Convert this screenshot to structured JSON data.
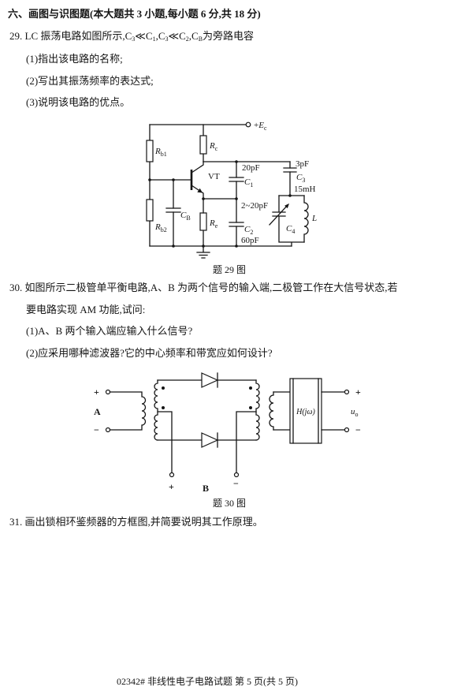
{
  "section": {
    "heading": "六、画图与识图题(本大题共 3 小题,每小题 6 分,共 18 分)"
  },
  "q29": {
    "stem": {
      "p1": "29. LC 振荡电路如图所示,C",
      "s1": "3",
      "p2": "≪C",
      "s2": "1",
      "p3": ",C",
      "s3": "3",
      "p4": "≪C",
      "s4": "2",
      "p5": ",C",
      "s5": "B",
      "p6": "为旁路电容"
    },
    "items": [
      "(1)指出该电路的名称;",
      "(2)写出其振荡频率的表达式;",
      "(3)说明该电路的优点。"
    ],
    "figure": {
      "supply": {
        "prefix": "+",
        "main": "E",
        "sub": "c"
      },
      "rb1": {
        "main": "R",
        "sub": "b1"
      },
      "rb2": {
        "main": "R",
        "sub": "b2"
      },
      "rc": {
        "main": "R",
        "sub": "c"
      },
      "re": {
        "main": "R",
        "sub": "e"
      },
      "cb": {
        "main": "C",
        "sub": "B"
      },
      "transistor": "VT",
      "c1": {
        "value": "20pF",
        "main": "C",
        "sub": "1"
      },
      "c2": {
        "value": "60pF",
        "main": "C",
        "sub": "2"
      },
      "c3": {
        "value": "3pF",
        "main": "C",
        "sub": "3"
      },
      "c4": {
        "value": "2~20pF",
        "main": "C",
        "sub": "4"
      },
      "inductor": {
        "value": "15mH",
        "main": "L"
      },
      "caption": "题 29 图"
    }
  },
  "q30": {
    "stem": [
      "30. 如图所示二极管单平衡电路,A、B 为两个信号的输入端,二极管工作在大信号状态,若",
      "要电路实现 AM 功能,试问:"
    ],
    "items": [
      "(1)A、B 两个输入端应输入什么信号?",
      "(2)应采用哪种滤波器?它的中心频率和带宽应如何设计?"
    ],
    "figure": {
      "input_a": {
        "plus": "+",
        "label": "A",
        "minus": "−"
      },
      "input_b": {
        "plus": "+",
        "label": "B",
        "minus": "−"
      },
      "filter_label": "H(jω)",
      "output": {
        "plus": "+",
        "main": "u",
        "sub": "o",
        "minus": "−"
      },
      "caption": "题 30 图"
    }
  },
  "q31": {
    "text": "31. 画出锁相环鉴频器的方框图,并简要说明其工作原理。"
  },
  "footer": {
    "text": "02342# 非线性电子电路试题 第 5 页(共 5 页)"
  }
}
